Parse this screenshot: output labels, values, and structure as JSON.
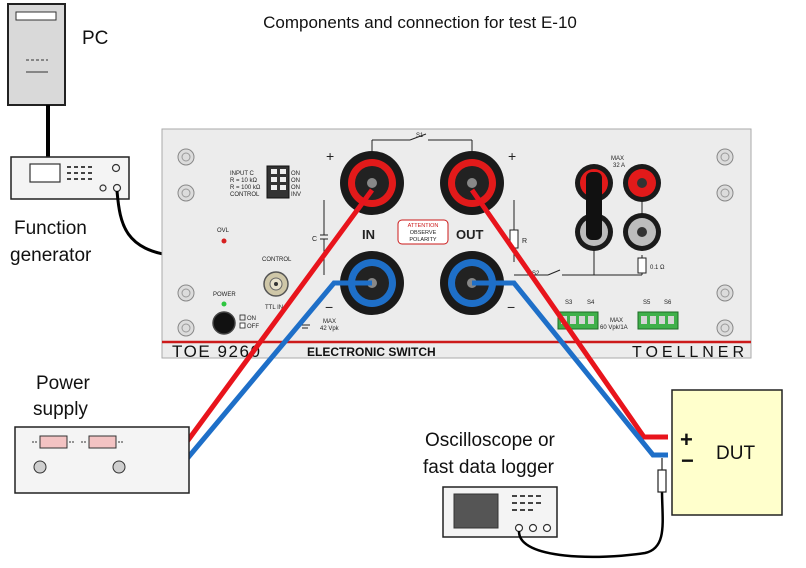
{
  "title": "Components and connection for test E-10",
  "labels": {
    "pc": "PC",
    "function_generator_1": "Function",
    "function_generator_2": "generator",
    "power_supply_1": "Power",
    "power_supply_2": "supply",
    "oscilloscope_1": "Oscilloscope or",
    "oscilloscope_2": "fast data logger",
    "dut": "DUT",
    "dut_plus": "+",
    "dut_minus": "−"
  },
  "panel": {
    "model": "TOE 9260",
    "name": "ELECTRONIC SWITCH",
    "brand": "TOELLNER",
    "switch_s1": "S1",
    "switch_s2": "S2",
    "in_label": "IN",
    "out_label": "OUT",
    "plus": "+",
    "minus": "−",
    "cap_label": "C",
    "res_label": "R",
    "shunt_label": "0.1 Ω",
    "max_current": "MAX\n32 A",
    "max_voltage_in": "MAX\n42 Vpk",
    "max_sw": "MAX\n60 Vpk/1A",
    "attention": "ATTENTION",
    "observe": "OBSERVE",
    "polarity": "POLARITY",
    "input_c": "INPUT C",
    "r10": "R =  10 kΩ",
    "r100": "R = 100 kΩ",
    "control": "CONTROL",
    "dip_on1": "ON",
    "dip_on2": "ON",
    "dip_on3": "ON",
    "dip_inv": "INV",
    "ovl": "OVL",
    "power": "POWER",
    "on": "ON",
    "off": "OFF",
    "control_bnc": "CONTROL",
    "ttl_in": "TTL IN",
    "s3": "S3",
    "s4": "S4",
    "s5": "S5",
    "s6": "S6"
  },
  "colors": {
    "red_wire": "#e8141c",
    "blue_wire": "#1e6fc8",
    "panel": "#eeeeee",
    "accent_red": "#cc1a1a"
  }
}
